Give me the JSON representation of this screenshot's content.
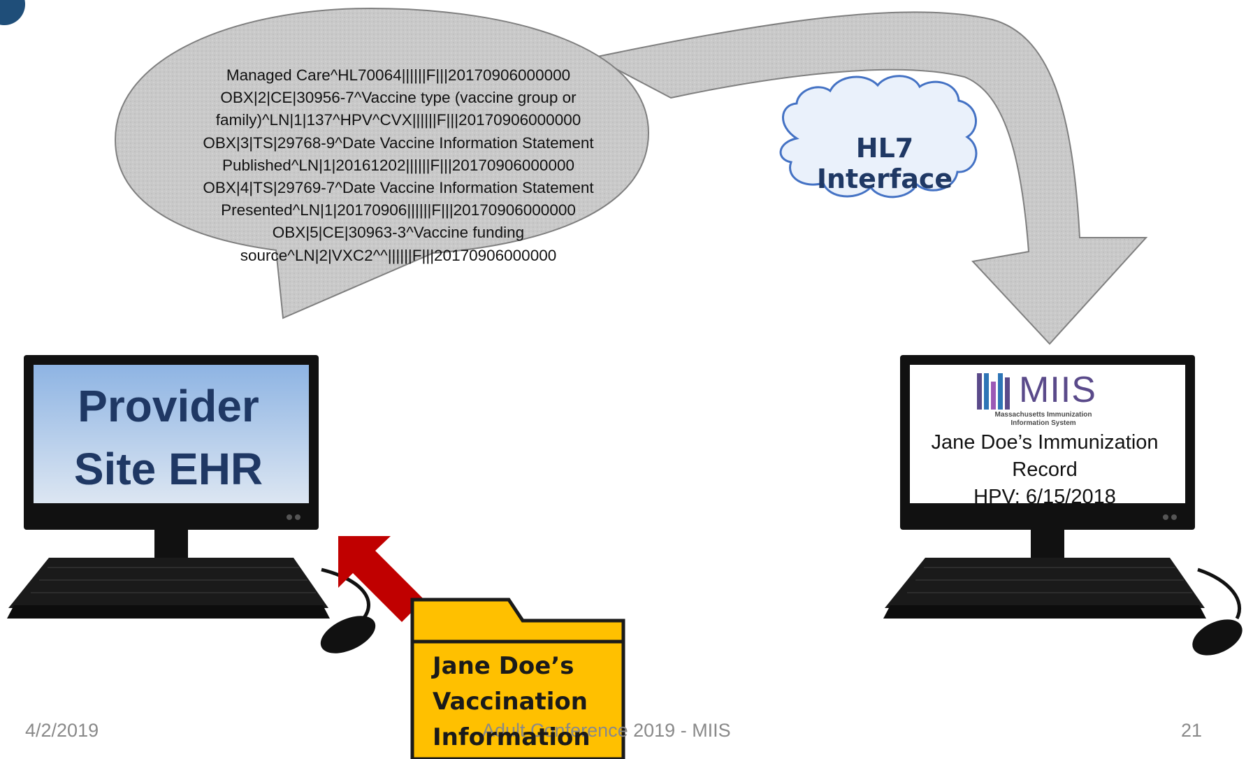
{
  "hl7_message": {
    "lines": [
      "Managed Care^HL70064||||||F|||20170906000000",
      "OBX|2|CE|30956-7^Vaccine type (vaccine group or",
      "family)^LN|1|137^HPV^CVX||||||F|||20170906000000",
      "OBX|3|TS|29768-9^Date Vaccine Information Statement",
      "Published^LN|1|20161202||||||F|||20170906000000",
      "OBX|4|TS|29769-7^Date Vaccine Information Statement",
      "Presented^LN|1|20170906||||||F|||20170906000000",
      "OBX|5|CE|30963-3^Vaccine funding",
      "source^LN|2|VXC2^^||||||F|||20170906000000"
    ]
  },
  "interface": {
    "label": "HL7 Interface"
  },
  "provider_computer": {
    "line1": "Provider",
    "line2": "Site EHR"
  },
  "miis_computer": {
    "logo_text": "MIIS",
    "logo_subtitle_1": "Massachusetts Immunization",
    "logo_subtitle_2": "Information System",
    "record_line1": "Jane Doe’s Immunization",
    "record_line2": "Record",
    "record_line3": "HPV: 6/15/2018"
  },
  "folder": {
    "line1": "Jane Doe’s",
    "line2": "Vaccination",
    "line3": "Information"
  },
  "footer": {
    "date": "4/2/2019",
    "conference": "Adult Conference 2019 - MIIS",
    "page_number": "21"
  },
  "colors": {
    "title_navy": "#1f3864",
    "screen_blue_top": "#8eb4e3",
    "screen_blue_bottom": "#dce6f2",
    "arrow_red": "#c00000",
    "folder_yellow": "#ffc000",
    "bubble_gray": "#c8c8c8",
    "corner_badge": "#1f4e79",
    "logo_bar_1": "#5a4a8a",
    "logo_bar_2": "#2e75b6",
    "logo_bar_3": "#9b59b6"
  }
}
